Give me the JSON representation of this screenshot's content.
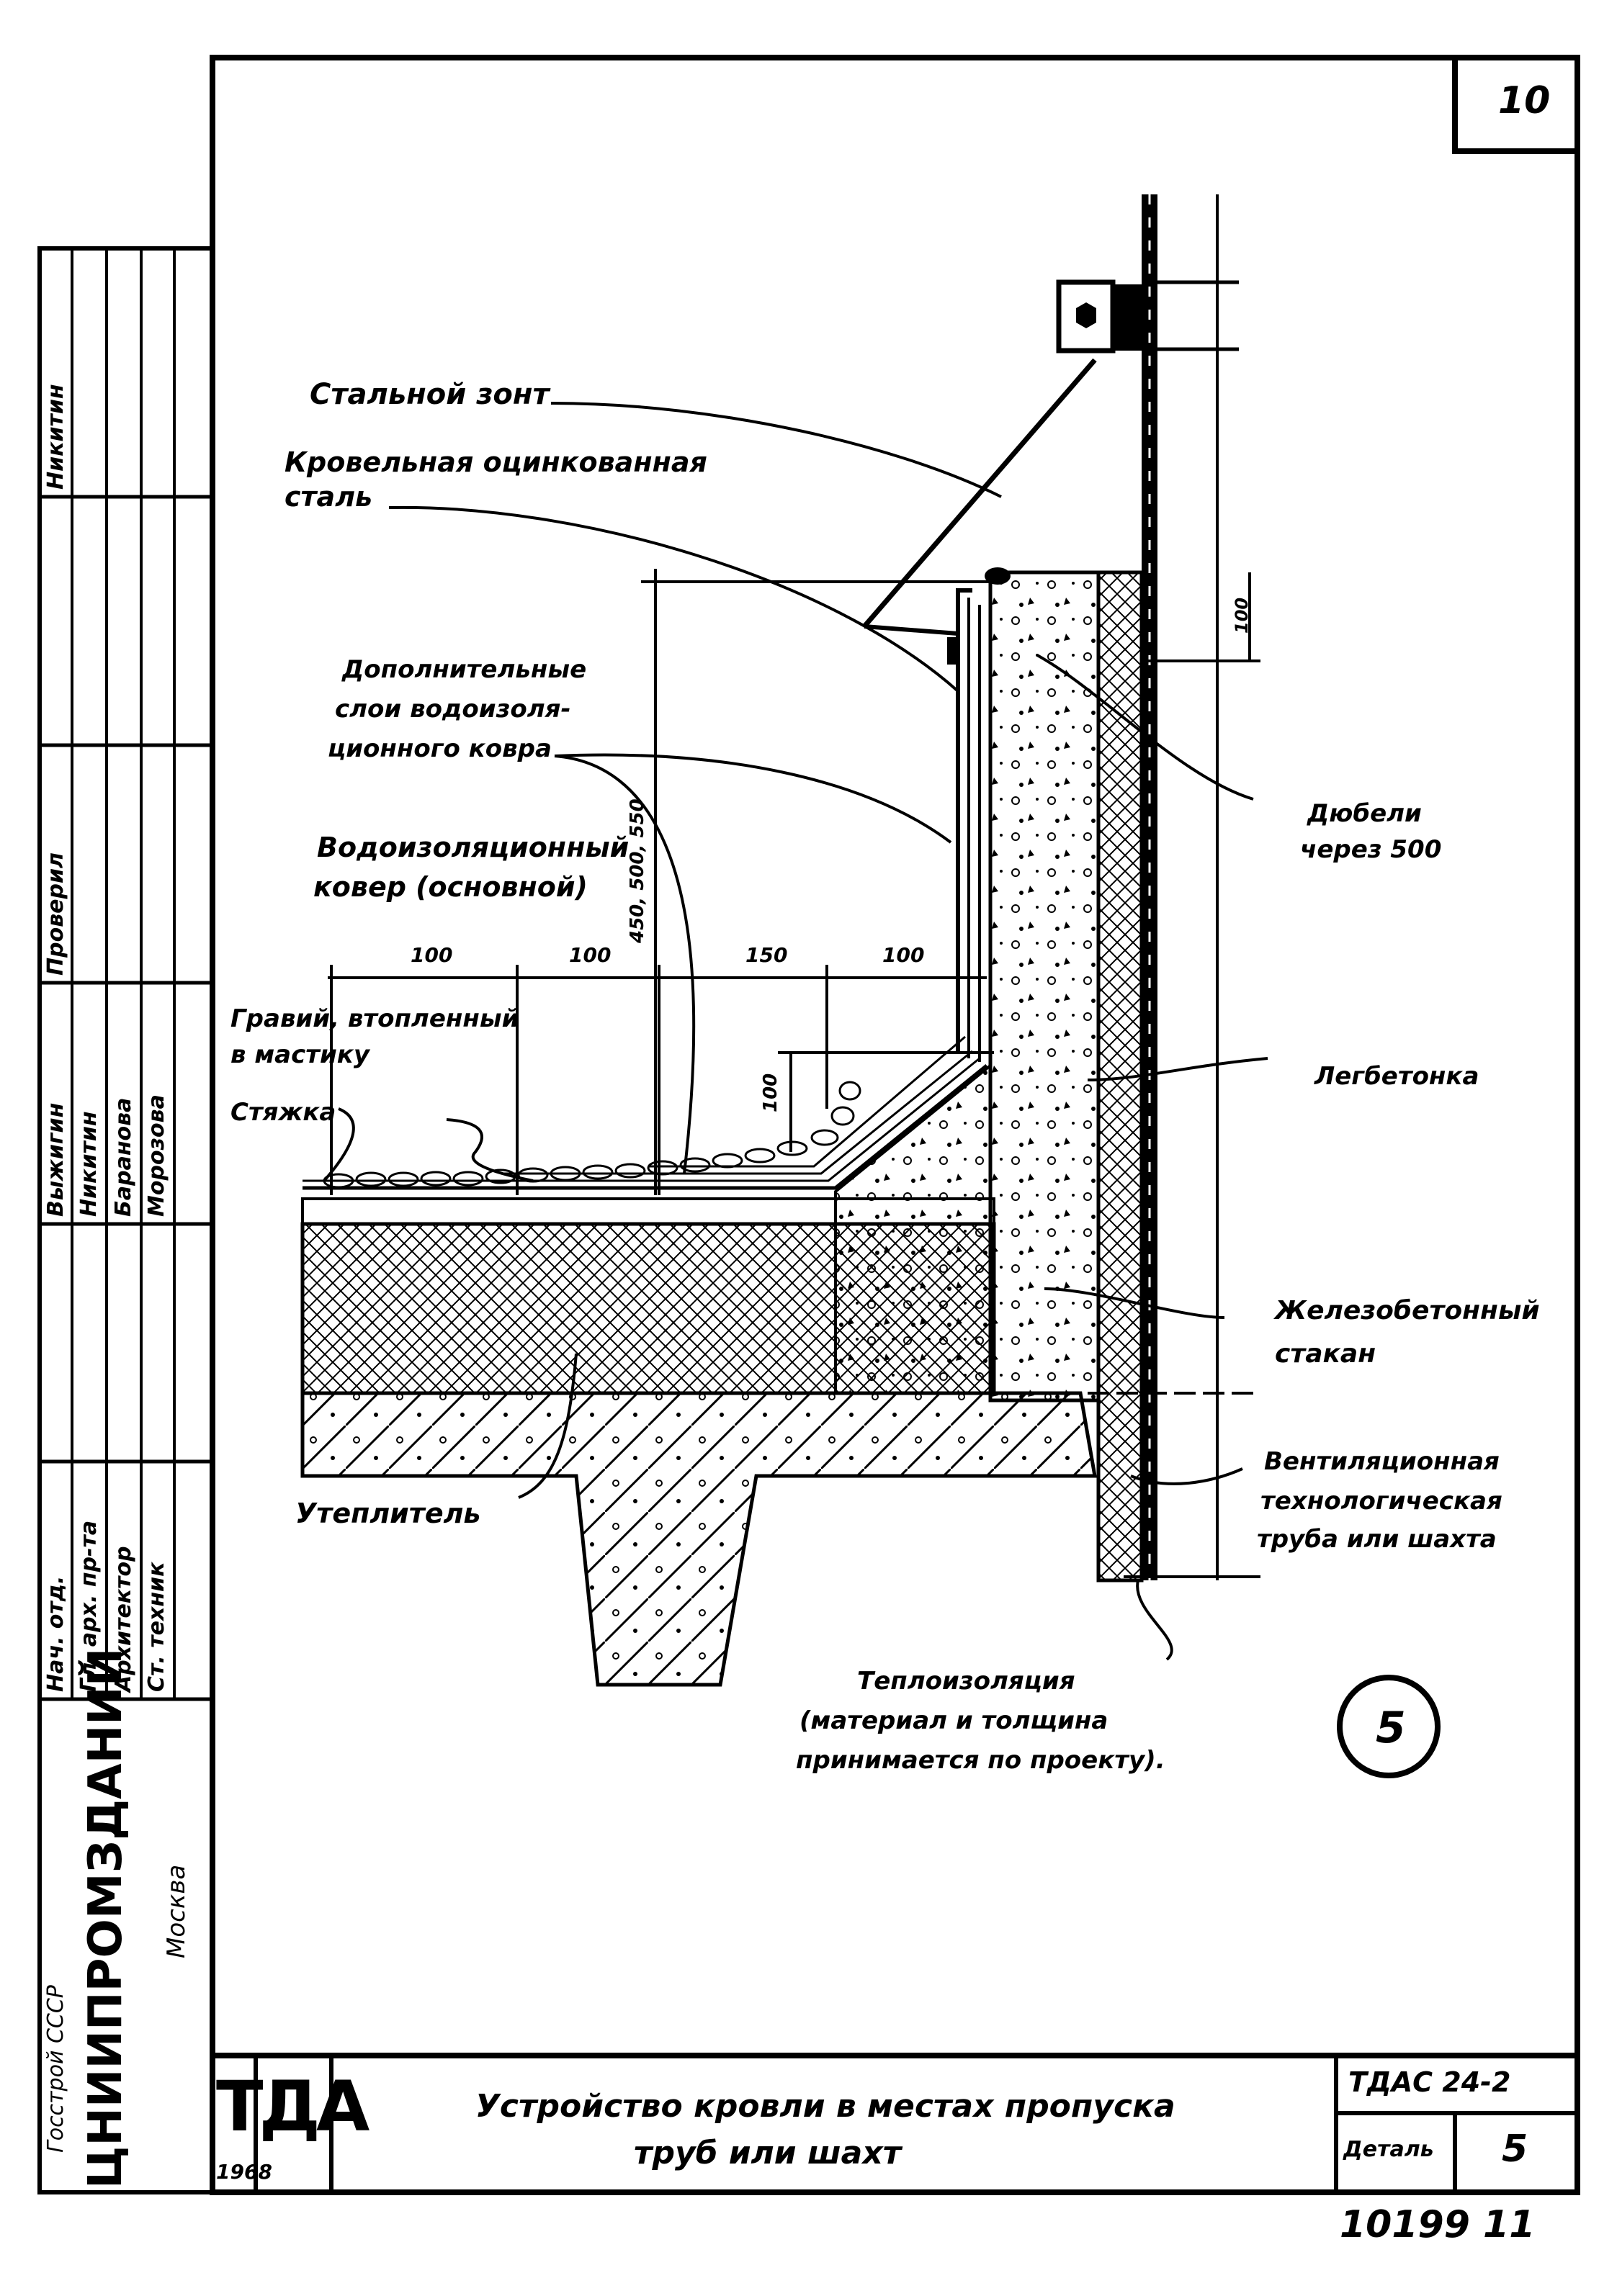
{
  "sheet": {
    "page_number": "10",
    "detail_marker": "5",
    "stamp_bottom": "10199 11"
  },
  "title_block": {
    "logo": "ТДА",
    "year": "1968",
    "title_line1": "Устройство кровли в местах пропуска",
    "title_line2": "труб или шахт",
    "series_code": "ТДАС 24-2",
    "detail_label": "Деталь",
    "detail_number": "5"
  },
  "organization": {
    "ministry": "Госстрой СССР",
    "institute": "ЦНИИПРОМЗДАНИЙ",
    "city": "Москва"
  },
  "signatures": {
    "rows": [
      {
        "role": "Нач. отд.",
        "name": "Выжигин"
      },
      {
        "role": "Гл. арх. пр-та",
        "name": "Никитин"
      },
      {
        "role": "Архитектор",
        "name": "Баранова"
      },
      {
        "role": "Ст. техник",
        "name": "Морозова"
      }
    ],
    "checked_label": "Проверил",
    "checked_name": "Никитин"
  },
  "callouts": {
    "steel_umbrella": "Стальной зонт",
    "galvanized_steel_1": "Кровельная оцинкованная",
    "galvanized_steel_2": "сталь",
    "extra_layers_1": "Дополнительные",
    "extra_layers_2": "слои водоизоля-",
    "extra_layers_3": "ционного ковра",
    "main_carpet_1": "Водоизоляционный",
    "main_carpet_2": "ковер (основной)",
    "gravel_1": "Гравий, втопленный",
    "gravel_2": "в мастику",
    "screed": "Стяжка",
    "insulation": "Утеплитель",
    "dowels_1": "Дюбели",
    "dowels_2": "через 500",
    "lightweight_concrete": "Легбетонка",
    "rc_sleeve_1": "Железобетонный",
    "rc_sleeve_2": "стакан",
    "vent_pipe_1": "Вентиляционная",
    "vent_pipe_2": "технологическая",
    "vent_pipe_3": "труба или шахта",
    "thermal_1": "Теплоизоляция",
    "thermal_2": "(материал и толщина",
    "thermal_3": "принимается по проекту)."
  },
  "dimensions": {
    "h1": "100",
    "h2": "100",
    "h3": "150",
    "h4": "100",
    "vertical_upturn": "450, 500, 550",
    "vertical_100": "100",
    "top_offset": "100"
  }
}
